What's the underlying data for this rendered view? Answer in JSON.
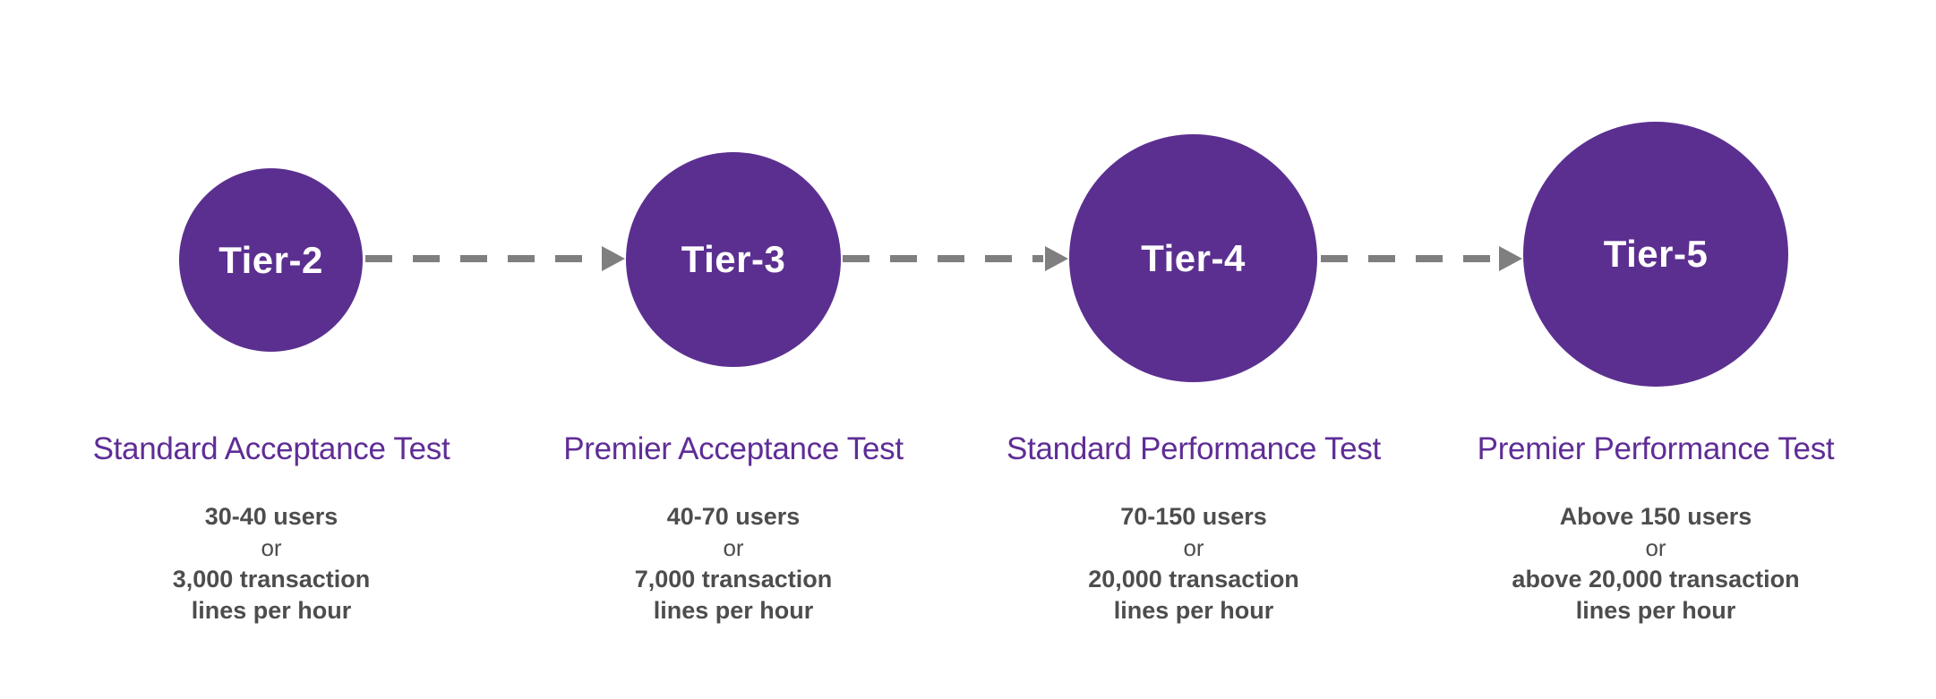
{
  "colors": {
    "background": "#ffffff",
    "circle": "#5B2F90",
    "circle_label": "#ffffff",
    "stage_title": "#5F2D96",
    "detail": "#4D4D4D",
    "arrow": "#7F7F7F"
  },
  "tiers": [
    {
      "label": "Tier-2",
      "test_name": "Standard Acceptance Test",
      "details": {
        "users": "30-40 users",
        "conjunction": "or",
        "capacity_line1": "3,000 transaction",
        "capacity_line2": "lines per hour"
      }
    },
    {
      "label": "Tier-3",
      "test_name": "Premier Acceptance Test",
      "details": {
        "users": "40-70 users",
        "conjunction": "or",
        "capacity_line1": "7,000 transaction",
        "capacity_line2": "lines per hour"
      }
    },
    {
      "label": "Tier-4",
      "test_name": "Standard Performance Test",
      "details": {
        "users": "70-150 users",
        "conjunction": "or",
        "capacity_line1": "20,000 transaction",
        "capacity_line2": "lines per hour"
      }
    },
    {
      "label": "Tier-5",
      "test_name": "Premier Performance Test",
      "details": {
        "users": "Above 150 users",
        "conjunction": "or",
        "capacity_line1": "above 20,000 transaction",
        "capacity_line2": "lines per hour"
      }
    }
  ]
}
